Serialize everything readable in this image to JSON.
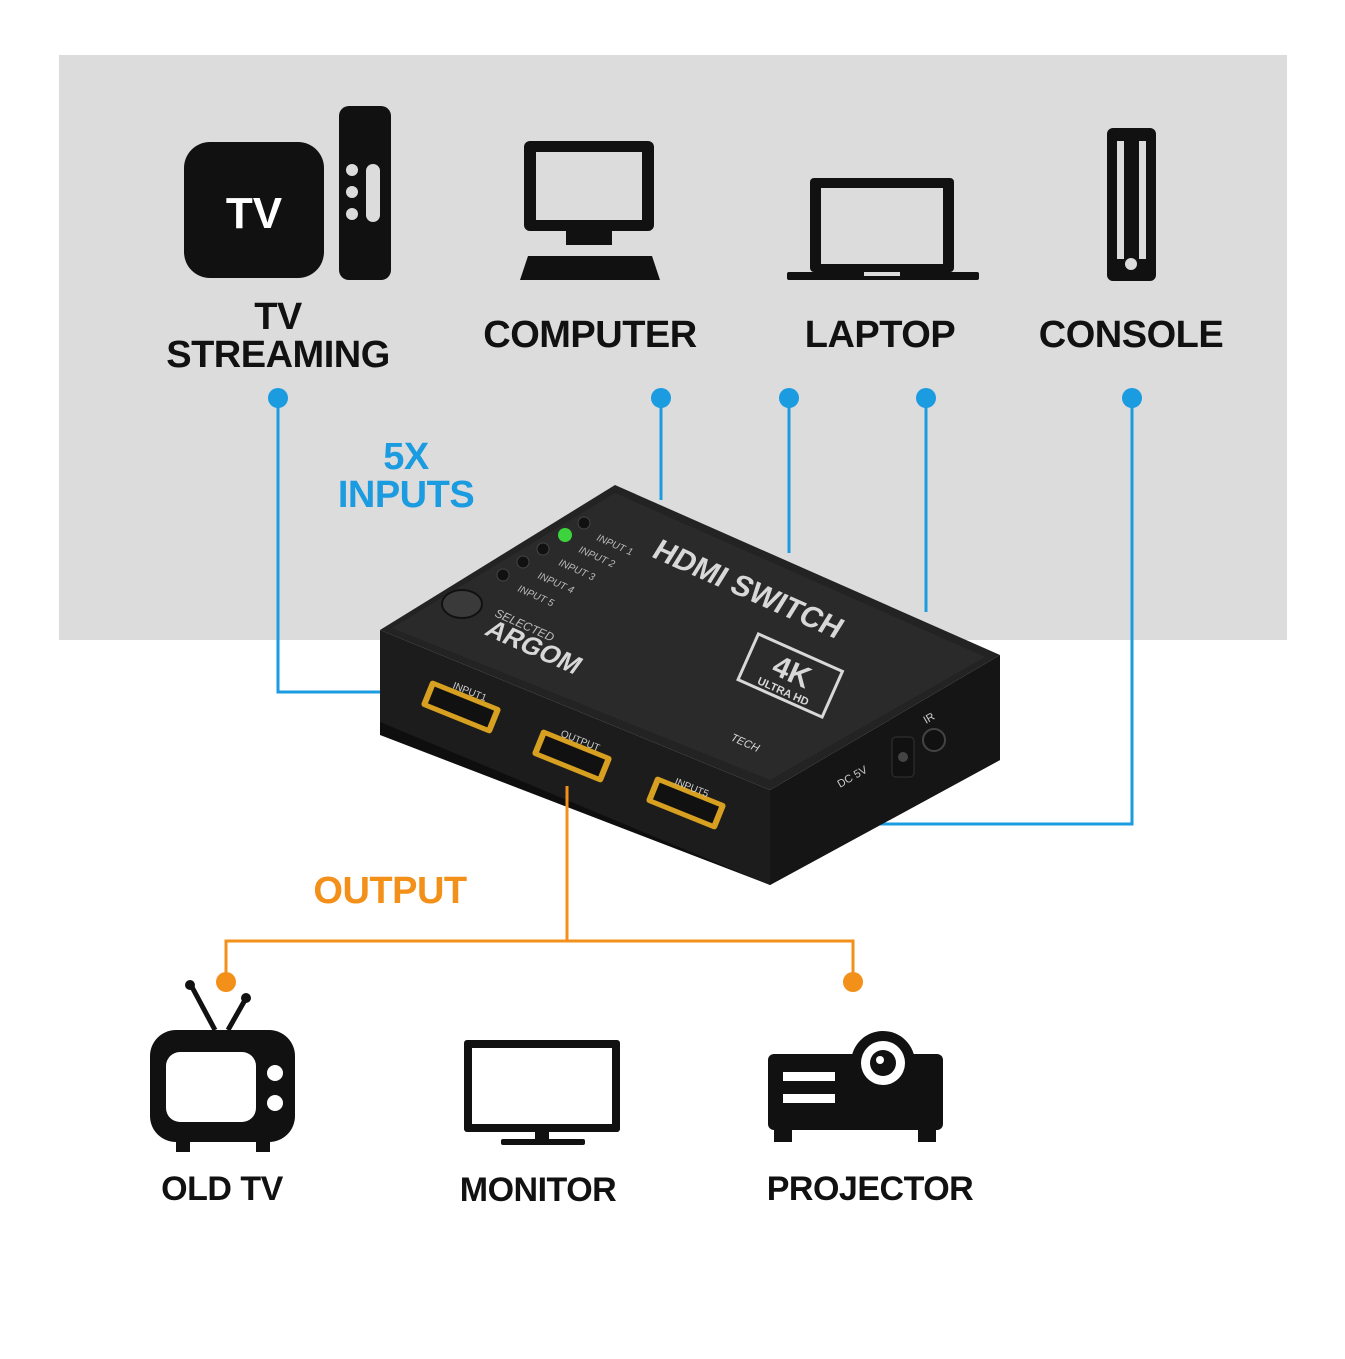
{
  "colors": {
    "input_line": "#1b9be0",
    "output_line": "#f39019",
    "panel": "#dcdcdc",
    "icon": "#111111"
  },
  "inputs_heading": "5X\nINPUTS",
  "output_heading": "OUTPUT",
  "input_devices": [
    {
      "label": "TV\nSTREAMING",
      "icon": "tv-streaming-icon",
      "tv_text": "TV"
    },
    {
      "label": "COMPUTER",
      "icon": "computer-icon"
    },
    {
      "label": "LAPTOP",
      "icon": "laptop-icon"
    },
    {
      "label": "CONSOLE",
      "icon": "console-icon"
    }
  ],
  "output_devices": [
    {
      "label": "OLD TV",
      "icon": "old-tv-icon"
    },
    {
      "label": "MONITOR",
      "icon": "monitor-icon"
    },
    {
      "label": "PROJECTOR",
      "icon": "projector-icon"
    }
  ],
  "device": {
    "leds": [
      "INPUT 1",
      "INPUT 2",
      "INPUT 3",
      "INPUT 4",
      "INPUT 5"
    ],
    "button_label": "SELECTED",
    "brand_title": "HDMI SWITCH",
    "badge_main": "4K",
    "badge_sub": "ULTRA HD",
    "brand": "ARGOM",
    "brand_sub": "TECH",
    "ports": [
      "INPUT1",
      "OUTPUT",
      "INPUT5"
    ],
    "side_labels": [
      "DC 5V",
      "IR"
    ]
  }
}
